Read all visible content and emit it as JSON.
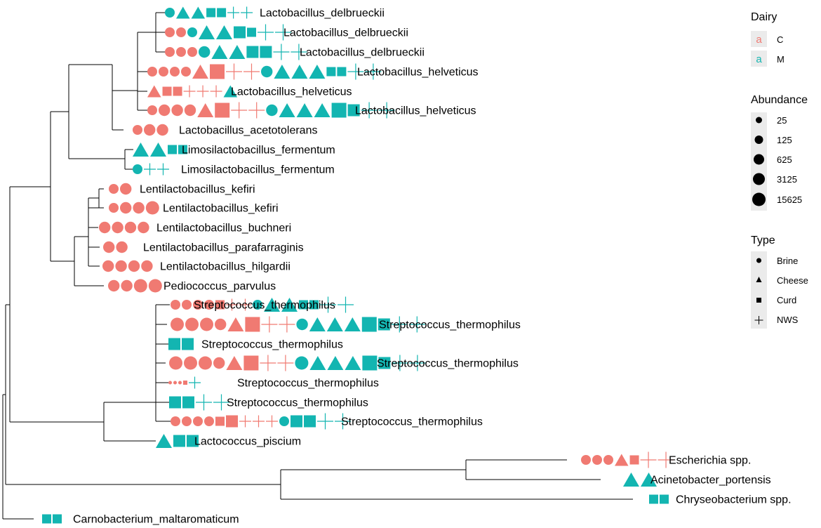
{
  "colors": {
    "C": "#F07A72",
    "M": "#13B5B1",
    "branch": "#000000",
    "legend_key_bg": "#EBEBEB"
  },
  "tips": [
    {
      "label": "Lactobacillus_delbrueckii",
      "glyphs": [
        "M-circle-s",
        "M-tri-s",
        "M-tri-s",
        "M-sq-s",
        "M-sq-s",
        "M-cross-s",
        "M-cross-s"
      ]
    },
    {
      "label": "Lactobacillus_delbrueckii",
      "glyphs": [
        "C-circle-s",
        "C-circle-s",
        "M-circle-s",
        "M-tri-m",
        "M-tri-m",
        "M-sq-m",
        "M-sq-s",
        "M-cross-m",
        "M-cross-m"
      ]
    },
    {
      "label": "Lactobacillus_delbrueckii",
      "glyphs": [
        "C-circle-s",
        "C-circle-s",
        "C-circle-s",
        "M-circle-m",
        "M-tri-m",
        "M-tri-m",
        "M-sq-m",
        "M-sq-m",
        "M-cross-m",
        "M-cross-m"
      ]
    },
    {
      "label": "Lactobacillus_helveticus",
      "glyphs": [
        "C-circle-s",
        "C-circle-s",
        "C-circle-s",
        "C-circle-s",
        "C-tri-m",
        "C-sq-l",
        "C-cross-m",
        "C-cross-m",
        "M-circle-m",
        "M-tri-m",
        "M-tri-m",
        "M-tri-m",
        "M-sq-s",
        "M-sq-s",
        "M-cross-m",
        "M-cross-m"
      ]
    },
    {
      "label": "Lactobacillus_helveticus",
      "glyphs": [
        "C-tri-s",
        "C-sq-s",
        "C-sq-s",
        "C-cross-s",
        "C-cross-s",
        "C-cross-s",
        "M-tri-s"
      ]
    },
    {
      "label": "Lactobacillus_helveticus",
      "glyphs": [
        "C-circle-s",
        "C-circle-m",
        "C-circle-m",
        "C-circle-m",
        "C-tri-m",
        "C-sq-l",
        "C-cross-m",
        "C-cross-m",
        "M-circle-m",
        "M-tri-m",
        "M-tri-m",
        "M-tri-m",
        "M-sq-l",
        "M-sq-m",
        "M-cross-m",
        "M-cross-m"
      ]
    },
    {
      "label": "Lactobacillus_acetotolerans",
      "glyphs": [
        "C-circle-s",
        "C-circle-m",
        "C-circle-m"
      ]
    },
    {
      "label": "Limosilactobacillus_fermentum",
      "glyphs": [
        "M-tri-m",
        "M-tri-m",
        "M-sq-s",
        "M-sq-s"
      ]
    },
    {
      "label": "Limosilactobacillus_fermentum",
      "glyphs": [
        "M-circle-s",
        "M-cross-s",
        "M-cross-s"
      ]
    },
    {
      "label": "Lentilactobacillus_kefiri",
      "glyphs": [
        "C-circle-s",
        "C-circle-m"
      ]
    },
    {
      "label": "Lentilactobacillus_kefiri",
      "glyphs": [
        "C-circle-s",
        "C-circle-m",
        "C-circle-m",
        "C-circle-l"
      ]
    },
    {
      "label": "Lentilactobacillus_buchneri",
      "glyphs": [
        "C-circle-m",
        "C-circle-m",
        "C-circle-m",
        "C-circle-m"
      ]
    },
    {
      "label": "Lentilactobacillus_parafarraginis",
      "glyphs": [
        "C-circle-m",
        "C-circle-m"
      ]
    },
    {
      "label": "Lentilactobacillus_hilgardii",
      "glyphs": [
        "C-circle-m",
        "C-circle-m",
        "C-circle-m",
        "C-circle-m"
      ]
    },
    {
      "label": "Pediococcus_parvulus",
      "glyphs": [
        "C-circle-m",
        "C-circle-m",
        "C-circle-l",
        "C-circle-l"
      ]
    },
    {
      "label": "Streptococcus_thermophilus",
      "glyphs": [
        "C-circle-s",
        "C-circle-s",
        "C-circle-s",
        "C-circle-s",
        "C-sq-s",
        "C-cross-s",
        "C-cross-s",
        "M-circle-s",
        "M-tri-m",
        "M-tri-m",
        "M-sq-s",
        "M-sq-s",
        "M-cross-m",
        "M-cross-m"
      ]
    },
    {
      "label": "Streptococcus_thermophilus",
      "glyphs": [
        "C-circle-l",
        "C-circle-l",
        "C-circle-l",
        "C-circle-m",
        "C-tri-m",
        "C-sq-l",
        "C-cross-m",
        "C-cross-m",
        "M-circle-m",
        "M-tri-m",
        "M-tri-m",
        "M-tri-m",
        "M-sq-l",
        "M-sq-m",
        "M-cross-m",
        "M-cross-m"
      ]
    },
    {
      "label": "Streptococcus_thermophilus",
      "glyphs": [
        "M-sq-m",
        "M-sq-m"
      ]
    },
    {
      "label": "Streptococcus_thermophilus",
      "glyphs": [
        "C-circle-l",
        "C-circle-l",
        "C-circle-l",
        "C-circle-m",
        "C-tri-m",
        "C-sq-l",
        "C-cross-m",
        "C-cross-m",
        "M-circle-l",
        "M-tri-m",
        "M-tri-m",
        "M-tri-m",
        "M-sq-l",
        "M-sq-m",
        "M-cross-m",
        "M-cross-m"
      ]
    },
    {
      "label": "Streptococcus_thermophilus",
      "glyphs": [
        "C-circle-xs",
        "C-circle-xs",
        "C-circle-xs",
        "C-sq-xs",
        "M-cross-s"
      ]
    },
    {
      "label": "Streptococcus_thermophilus",
      "glyphs": [
        "M-sq-m",
        "M-sq-m",
        "M-cross-m",
        "M-cross-m"
      ]
    },
    {
      "label": "Streptococcus_thermophilus",
      "glyphs": [
        "C-circle-s",
        "C-circle-s",
        "C-circle-s",
        "C-circle-s",
        "C-sq-s",
        "C-sq-m",
        "C-cross-s",
        "C-cross-s",
        "C-cross-s",
        "M-circle-s",
        "M-sq-m",
        "M-sq-m",
        "M-cross-m",
        "M-cross-m"
      ]
    },
    {
      "label": "Lactococcus_piscium",
      "glyphs": [
        "M-tri-m",
        "M-sq-m",
        "M-sq-m"
      ]
    },
    {
      "label": "Escherichia spp.",
      "glyphs": [
        "C-circle-s",
        "C-circle-s",
        "C-circle-s",
        "C-tri-s",
        "C-sq-s",
        "C-cross-m",
        "C-cross-m"
      ]
    },
    {
      "label": "Acinetobacter_portensis",
      "glyphs": [
        "M-tri-m",
        "M-tri-m"
      ]
    },
    {
      "label": "Chryseobacterium spp.",
      "glyphs": [
        "M-sq-s",
        "M-sq-s"
      ]
    },
    {
      "label": "Carnobacterium_maltaromaticum",
      "glyphs": [
        "M-sq-s",
        "M-sq-s"
      ]
    }
  ],
  "legend": {
    "dairy": {
      "title": "Dairy",
      "key_glyph": "a",
      "items": [
        {
          "label": "C",
          "color": "#F07A72"
        },
        {
          "label": "M",
          "color": "#13B5B1"
        }
      ]
    },
    "abundance": {
      "title": "Abundance",
      "items": [
        "25",
        "125",
        "625",
        "3125",
        "15625"
      ]
    },
    "type": {
      "title": "Type",
      "items": [
        {
          "label": "Brine",
          "icon": "circle"
        },
        {
          "label": "Cheese",
          "icon": "triangle"
        },
        {
          "label": "Curd",
          "icon": "square"
        },
        {
          "label": "NWS",
          "icon": "cross"
        }
      ]
    }
  }
}
